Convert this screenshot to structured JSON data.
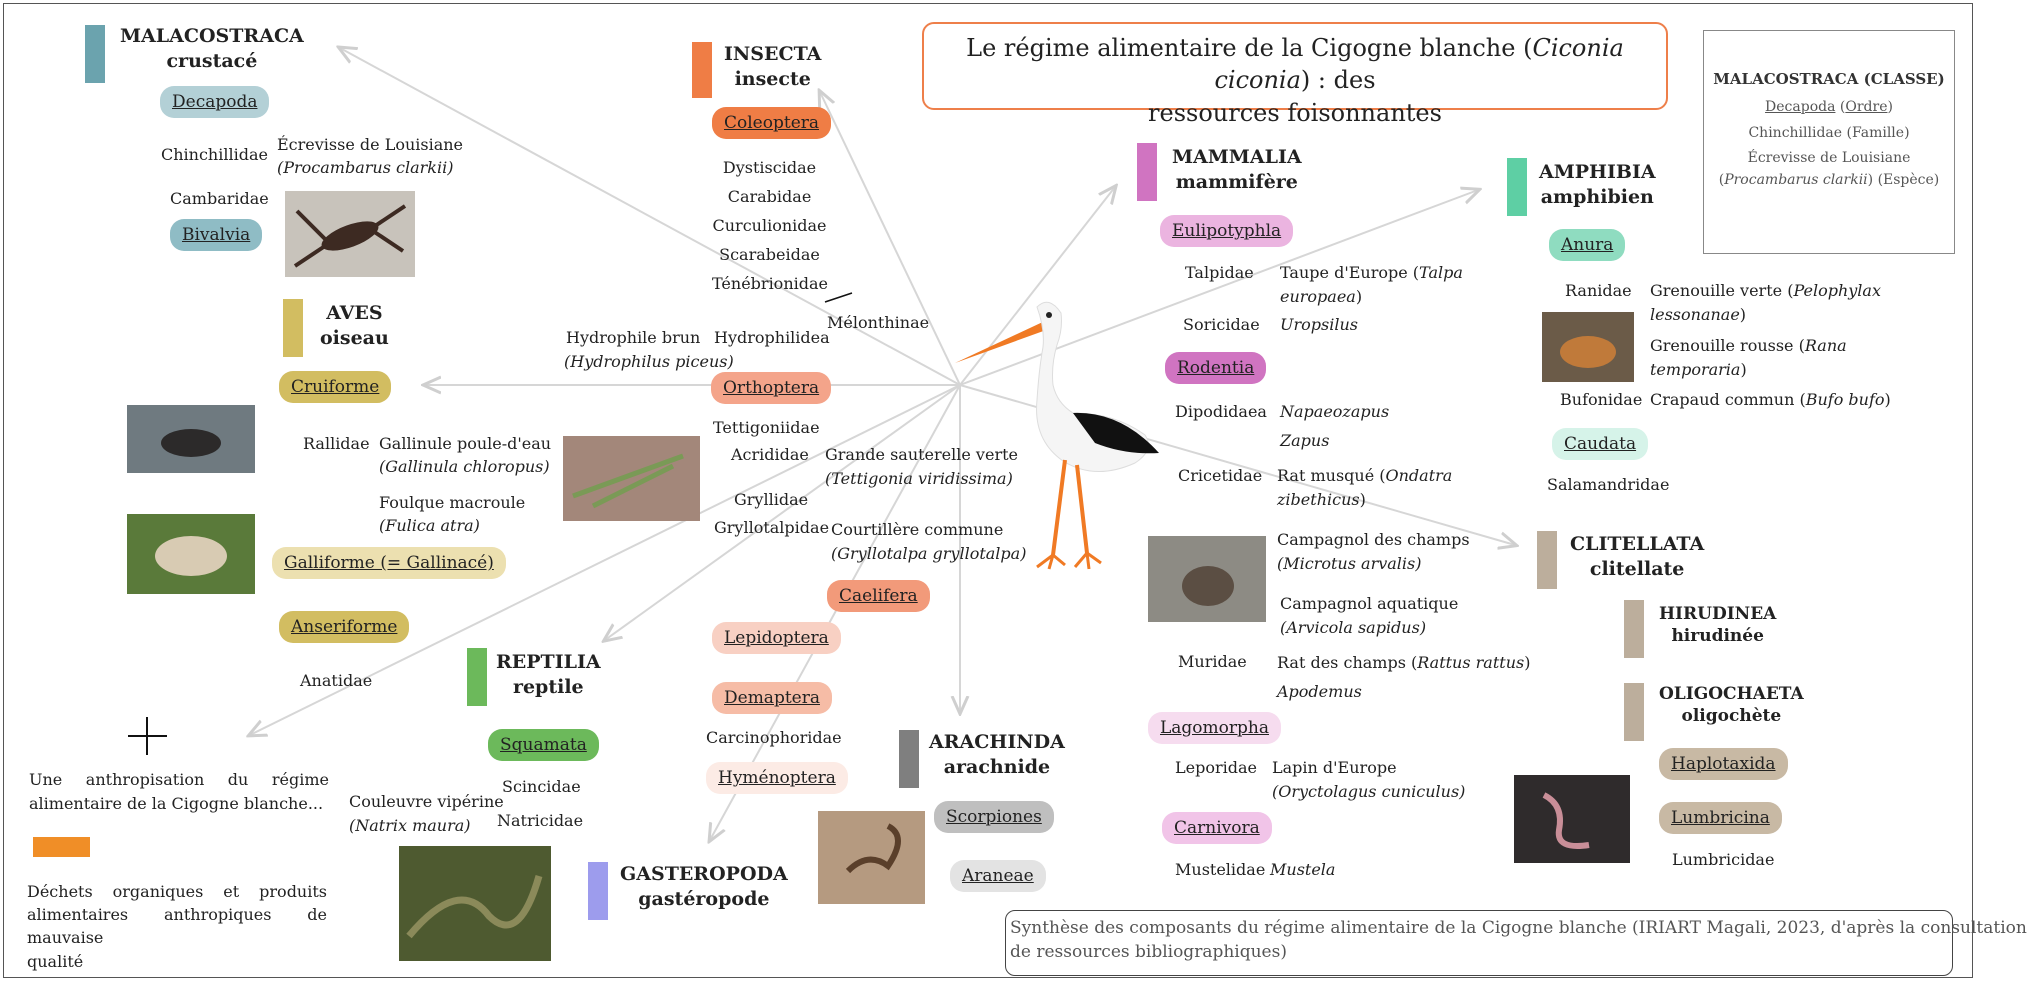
{
  "title": {
    "before": "Le régime alimentaire de la Cigogne blanche (",
    "species": "Ciconia ciconia",
    "after": ") : des",
    "line2": "ressources foisonnantes"
  },
  "legend": {
    "classe": "MALACOSTRACA (CLASSE)",
    "ordre_name": "Decapoda",
    "ordre_label": "Ordre",
    "famille": "Chinchillidae (Famille)",
    "espece_a": "Écrevisse de Louisiane (",
    "espece_b": "Procambarus",
    "espece_c": "clarkii",
    "espece_d": ") (Espèce)"
  },
  "caption": "Synthèse des composants du régime alimentaire de la Cigogne blanche (IRIART Magali, 2023, d'après la consultation",
  "caption2": "de ressources bibliographiques)",
  "colors": {
    "malacostraca": "#6ba3ae",
    "insecta": "#ef7d45",
    "mammalia": "#d074c1",
    "amphibia": "#5ecfa4",
    "aves": "#d2bd61",
    "reptilia": "#6cb95b",
    "gasteropoda": "#9d9ced",
    "arachnida": "#7f7f7f",
    "clitellata": "#bcae9c",
    "anthropic": "#f08e27",
    "title_border": "#ee7f4a"
  },
  "malacostraca": {
    "name": "MALACOSTRACA",
    "common": "crustacé",
    "decapoda": "Decapoda",
    "bivalvia": "Bivalvia",
    "chinchillidae": "Chinchillidae",
    "ecrevisse": "Écrevisse de Louisiane",
    "procambarus": "Procambarus clarkii",
    "cambaridae": "Cambaridae"
  },
  "insecta": {
    "name": "INSECTA",
    "common": "insecte",
    "coleoptera": "Coleoptera",
    "families": [
      "Dystiscidae",
      "Carabidae",
      "Curculionidae",
      "Scarabeidae",
      "Ténébrionidae"
    ],
    "melonthinae": "Mélonthinae",
    "hydrophilidea": "Hydrophilidea",
    "hydrophile": "Hydrophile brun",
    "hydrophilus": "Hydrophilus piceus",
    "orthoptera": "Orthoptera",
    "tettigoniidae": "Tettigoniidae",
    "acrididae": "Acrididae",
    "sauterelle": "Grande sauterelle verte",
    "tettigonia": "Tettigonia viridissima",
    "gryllidae": "Gryllidae",
    "gryllotalpidae": "Gryllotalpidae",
    "courtiliere": "Courtillère commune",
    "gryllotalpa": "Gryllotalpa gryllotalpa",
    "caelifera": "Caelifera",
    "lepidoptera": "Lepidoptera",
    "demaptera": "Demaptera",
    "carcinophoridae": "Carcinophoridae",
    "hymenoptera": "Hyménoptera"
  },
  "mammalia": {
    "name": "MAMMALIA",
    "common": "mammifère",
    "eulipotyphla": "Eulipotyphla",
    "talpidae": "Talpidae",
    "taupe": "Taupe d'Europe (",
    "talpa1": "Talpa",
    "talpa2": "europaea",
    "soricidae": "Soricidae",
    "uropsilus": "Uropsilus",
    "rodentia": "Rodentia",
    "dipodidaea": "Dipodidaea",
    "napaeozapus": "Napaeozapus",
    "zapus": "Zapus",
    "cricetidae": "Cricetidae",
    "rat_musque": "Rat musqué (",
    "ondatra1": "Ondatra",
    "ondatra2": "zibethicus",
    "campagnol_champs": "Campagnol des champs",
    "microtus": "Microtus arvalis",
    "campagnol_aqua": "Campagnol aquatique",
    "arvicola": "Arvicola sapidus",
    "muridae": "Muridae",
    "rat_champs": "Rat des champs (",
    "rattus": "Rattus rattus",
    "apodemus": "Apodemus",
    "lagomorpha": "Lagomorpha",
    "leporidae": "Leporidae",
    "lapin": "Lapin d'Europe",
    "oryctolagus": "Oryctolagus cuniculus",
    "carnivora": "Carnivora",
    "mustelidae": "Mustelidae",
    "mustela": "Mustela"
  },
  "amphibia": {
    "name": "AMPHIBIA",
    "common": "amphibien",
    "anura": "Anura",
    "ranidae": "Ranidae",
    "gren_verte": "Grenouille verte (",
    "pelophylax": "Pelophylax",
    "lessonanae": "lessonanae",
    "gren_rousse": "Grenouille rousse (",
    "rana": "Rana",
    "temporaria": "temporaria",
    "bufonidae": "Bufonidae",
    "crapaud": "Crapaud commun (",
    "bufo": "Bufo bufo",
    "caudata": "Caudata",
    "salamandridae": "Salamandridae"
  },
  "clitellata": {
    "name": "CLITELLATA",
    "common": "clitellate",
    "hirudinea": "HIRUDINEA",
    "hirudinee": "hirudinée",
    "oligochaeta": "OLIGOCHAETA",
    "oligochete": "oligochète",
    "haplotaxida": "Haplotaxida",
    "lumbricina": "Lumbricina",
    "lumbricidae": "Lumbricidae"
  },
  "aves": {
    "name": "AVES",
    "common": "oiseau",
    "cruiforme": "Cruiforme",
    "rallidae": "Rallidae",
    "gallinule": "Gallinule poule-d'eau",
    "gallinula": "Gallinula chloropus",
    "foulque": "Foulque macroule",
    "fulica": "Fulica atra",
    "galliforme": "Galliforme (= Gallinacé)",
    "anseriforme": "Anseriforme",
    "anatidae": "Anatidae"
  },
  "reptilia": {
    "name": "REPTILIA",
    "common": "reptile",
    "squamata": "Squamata",
    "scincidae": "Scincidae",
    "natricidae": "Natricidae",
    "couleuvre": "Couleuvre vipérine",
    "natrix": "Natrix maura"
  },
  "gasteropoda": {
    "name": "GASTEROPODA",
    "common": "gastéropode"
  },
  "arachnida": {
    "name": "ARACHINDA",
    "common": "arachnide",
    "scorpiones": "Scorpiones",
    "araneae": "Araneae"
  },
  "anthropic": {
    "plus": "+",
    "text1": "Une anthropisation du régime",
    "text2": "alimentaire de la Cigogne blanche...",
    "dechets1": "Déchets organiques et produits",
    "dechets2": "alimentaires anthropiques de mauvaise",
    "dechets3": "qualité"
  }
}
